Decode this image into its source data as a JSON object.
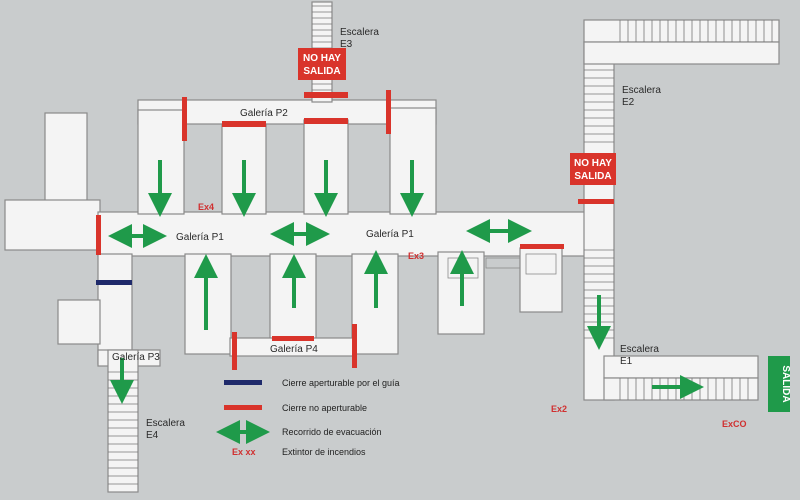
{
  "colors": {
    "background": "#c9cccd",
    "floor": "#f4f4f4",
    "wall": "#8a8a8a",
    "closed_barrier": "#d9342b",
    "guide_barrier": "#1f2a6b",
    "evacuation": "#1f9a4a",
    "extinguisher": "#d03030",
    "exit_sign": "#1f9a4a",
    "no_exit_sign": "#d9342b"
  },
  "labels": {
    "escalera_e3": [
      "Escalera",
      "E3"
    ],
    "escalera_e2": [
      "Escalera",
      "E2"
    ],
    "escalera_e1": [
      "Escalera",
      "E1"
    ],
    "escalera_e4": [
      "Escalera",
      "E4"
    ],
    "galeria_p2": "Galería P2",
    "galeria_p1_left": "Galería P1",
    "galeria_p1_right": "Galería P1",
    "galeria_p3": "Galería P3",
    "galeria_p4": "Galería P4"
  },
  "signs": {
    "no_exit_top": [
      "NO HAY",
      "SALIDA"
    ],
    "no_exit_right": [
      "NO HAY",
      "SALIDA"
    ],
    "exit": "SALIDA"
  },
  "extinguishers": {
    "ex4": "Ex4",
    "ex3": "Ex3",
    "ex2": "Ex2",
    "exco": "ExCO"
  },
  "legend": {
    "guide_barrier": "Cierre aperturable  por el guía",
    "closed_barrier": "Cierre no aperturable",
    "evacuation_route": "Recorrido de evacuación",
    "extinguisher_code": "Ex xx",
    "extinguisher": "Extintor de incendios"
  }
}
